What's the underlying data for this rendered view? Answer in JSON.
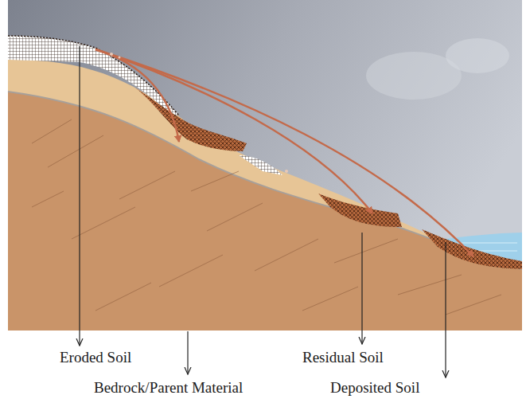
{
  "diagram": {
    "labels": [
      "Eroded Soil",
      "Residual Soil",
      "Bedrock/Parent Material",
      "Deposited Soil"
    ]
  }
}
